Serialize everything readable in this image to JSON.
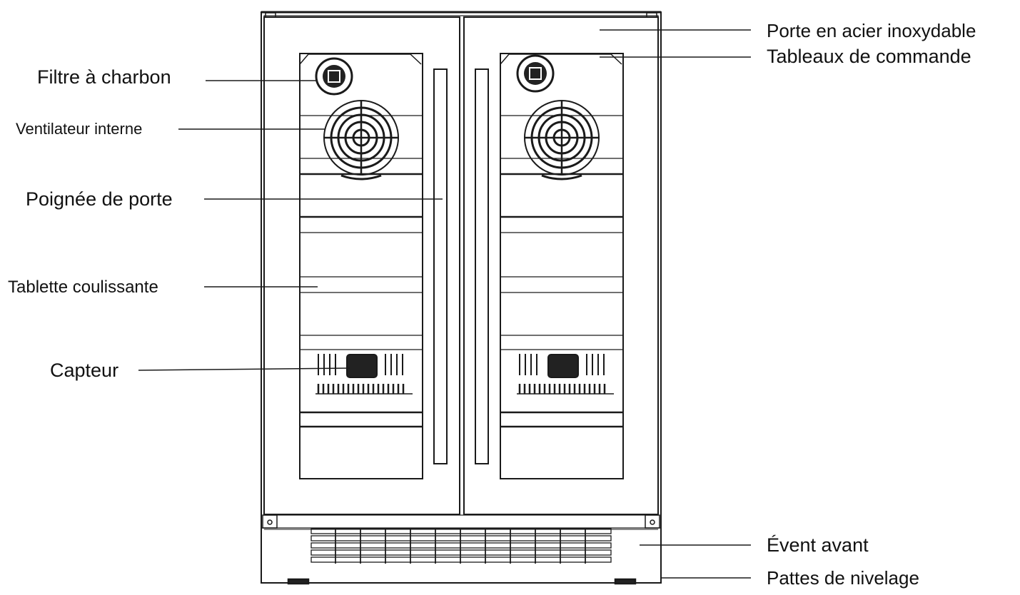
{
  "labels": {
    "filtre": "Filtre à charbon",
    "ventilateur": "Ventilateur interne",
    "poignee": "Poignée de porte",
    "tablette": "Tablette coulissante",
    "capteur": "Capteur",
    "porte": "Porte en acier inoxydable",
    "tableaux": "Tableaux de commande",
    "event": "Évent avant",
    "pattes": "Pattes de nivelage"
  },
  "colors": {
    "line": "#1a1a1a",
    "background": "#ffffff",
    "dark_fill": "#222222"
  }
}
